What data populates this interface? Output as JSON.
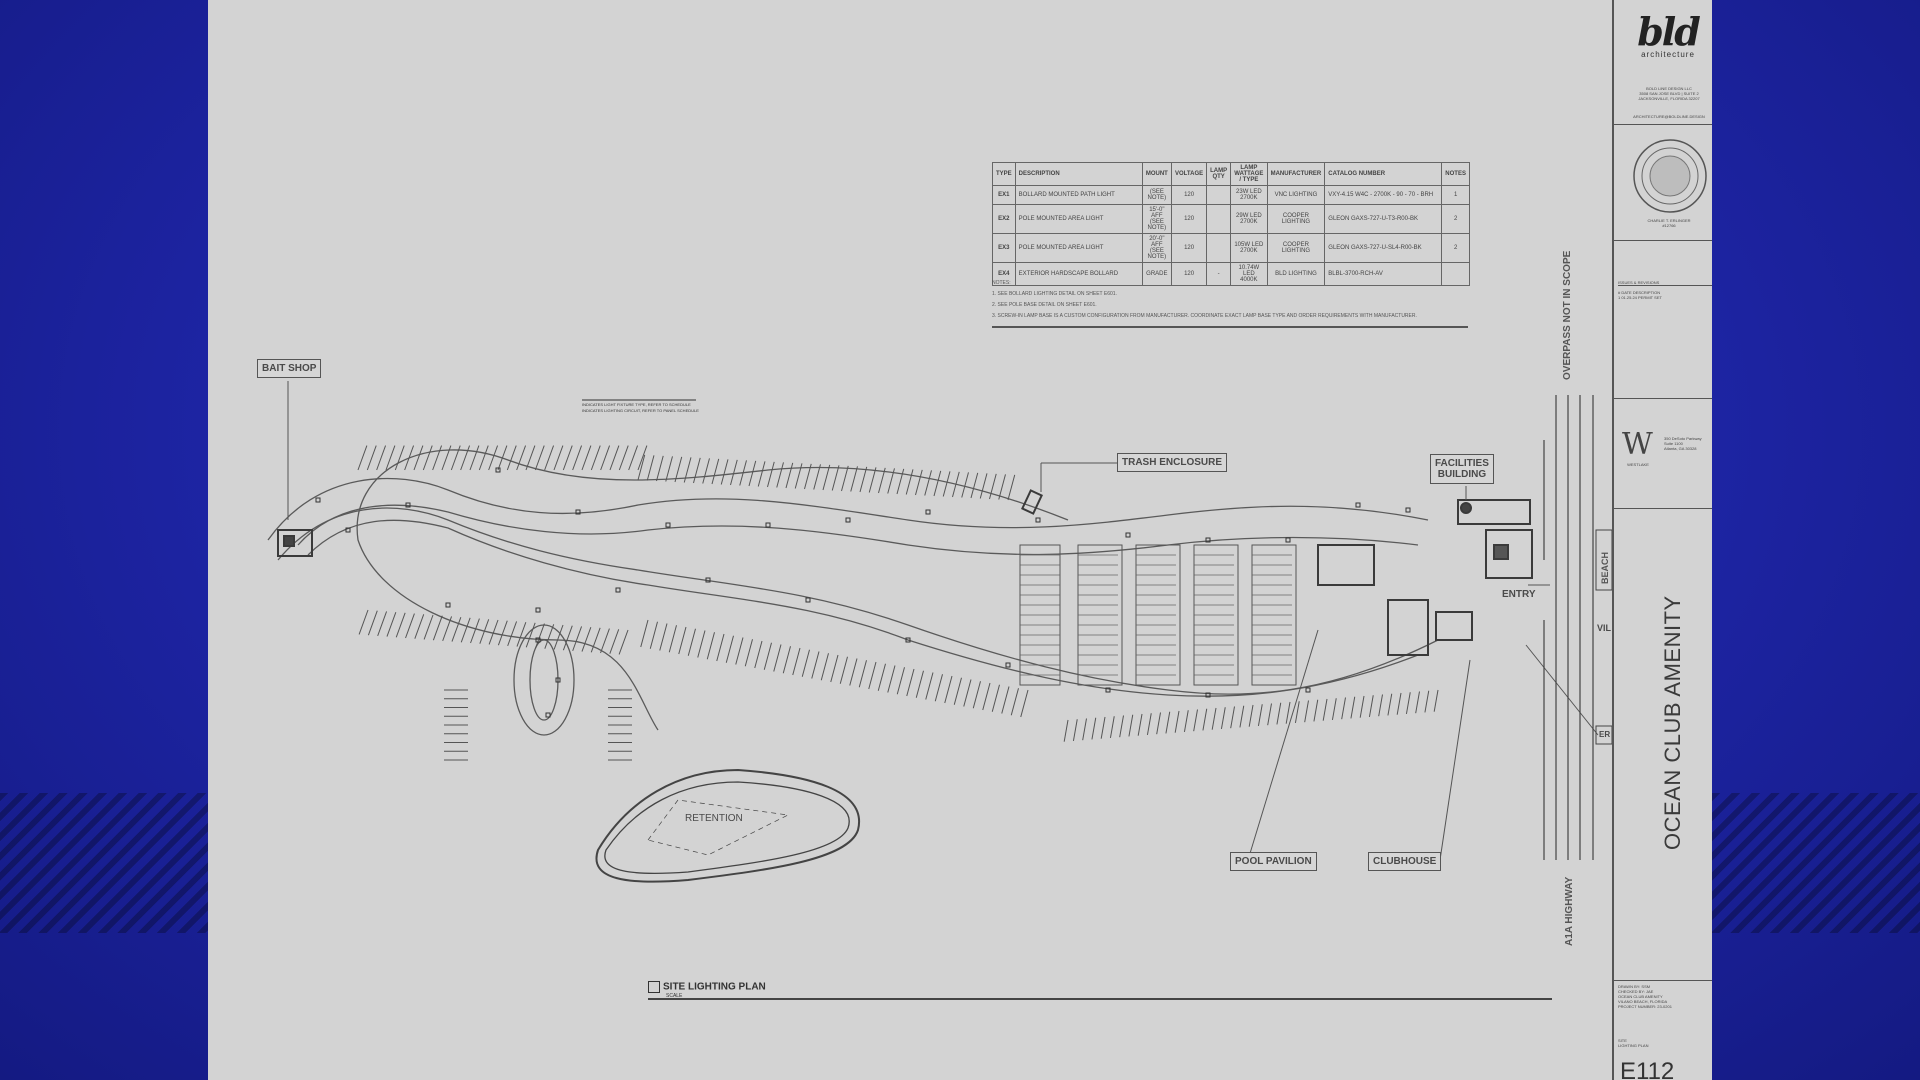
{
  "drawing": {
    "sheet_number": "E112",
    "project_name": "OCEAN CLUB AMENITY",
    "plan_title": "SITE LIGHTING PLAN",
    "plan_scale": "SCALE",
    "labels": {
      "bait_shop": "BAIT SHOP",
      "trash_enclosure": "TRASH ENCLOSURE",
      "facilities_building_1": "FACILITIES",
      "facilities_building_2": "BUILDING",
      "entry": "ENTRY",
      "retention": "RETENTION",
      "pool_pavilion": "POOL PAVILION",
      "clubhouse": "CLUBHOUSE",
      "overpass": "OVERPASS NOT IN SCOPE",
      "highway": "A1A HIGHWAY",
      "beach": "BEACH",
      "vil": "VIL",
      "er": "ER"
    },
    "legend_notes": [
      "INDICATES LIGHT FIXTURE TYPE, REFER TO SCHEDULE",
      "INDICATES LIGHTING CIRCUIT, REFER TO PANEL SCHEDULE"
    ]
  },
  "schedule": {
    "headers": [
      "TYPE",
      "DESCRIPTION",
      "MOUNT",
      "VOLTAGE",
      "LAMP QTY",
      "LAMP WATTAGE / TYPE",
      "MANUFACTURER",
      "CATALOG NUMBER",
      "NOTES"
    ],
    "rows": [
      [
        "EX1",
        "BOLLARD MOUNTED PATH LIGHT",
        "(SEE NOTE)",
        "120",
        "",
        "23W LED 2700K",
        "VNC LIGHTING",
        "VXY-4.15 W4C - 2700K - 90 - 70 - BRH",
        "1"
      ],
      [
        "EX2",
        "POLE MOUNTED AREA LIGHT",
        "15'-0\" AFF (SEE NOTE)",
        "120",
        "",
        "29W LED 2700K",
        "COOPER LIGHTING",
        "GLEON GAXS-727-U-T3-R00-BK",
        "2"
      ],
      [
        "EX3",
        "POLE MOUNTED AREA LIGHT",
        "20'-0\" AFF (SEE NOTE)",
        "120",
        "",
        "105W LED 2700K",
        "COOPER LIGHTING",
        "GLEON GAXS-727-U-SL4-R00-BK",
        "2"
      ],
      [
        "EX4",
        "EXTERIOR HARDSCAPE BOLLARD",
        "GRADE",
        "120",
        "-",
        "10.74W LED 4000K",
        "BLD LIGHTING",
        "BLBL-3700-RCH-AV",
        ""
      ]
    ],
    "notes_heading": "NOTES:",
    "notes": [
      "1.  SEE BOLLARD LIGHTING DETAIL ON SHEET E601.",
      "2.  SEE POLE BASE DETAIL ON SHEET E601.",
      "3.  SCREW-IN LAMP BASE IS A CUSTOM CONFIGURATION FROM MANUFACTURER. COORDINATE EXACT LAMP BASE TYPE AND ORDER REQUIREMENTS WITH MANUFACTURER."
    ]
  },
  "title_block": {
    "firm_logo": "bld",
    "firm_sub": "architecture",
    "firm_address_1": "BOLD LINE DESIGN LLC",
    "firm_address_2": "3508 SAN JOSE BLVD | SUITE 2",
    "firm_address_3": "JACKSONVILLE, FLORIDA 32207",
    "firm_email": "ARCHITECTURE@BOLDLINE.DESIGN",
    "engineer_name": "CHARLIE T. ERLINGER",
    "engineer_no": "#12766",
    "revisions_heading": "ISSUES & REVISIONS",
    "revision_row_1": "#   DATE   DESCRIPTION",
    "revision_row_2": "1   01.25.24   PERMIT SET",
    "consultant_logo": "W",
    "consultant_name": "WESTLAKE",
    "consultant_address_1": "350 DeSoto Parkway",
    "consultant_address_2": "Suite 1100",
    "consultant_address_3": "Atlanta, GA 30328",
    "drawn_by": "DRAWN BY:   SSM",
    "checked_by": "CHECKED BY:   JAE",
    "project_line_1": "OCEAN CLUB AMENITY",
    "project_line_2": "VILANO BEACH, FLORIDA",
    "project_number": "PROJECT NUMBER:  23-0201",
    "sheet_title_1": "SITE",
    "sheet_title_2": "LIGHTING PLAN"
  }
}
